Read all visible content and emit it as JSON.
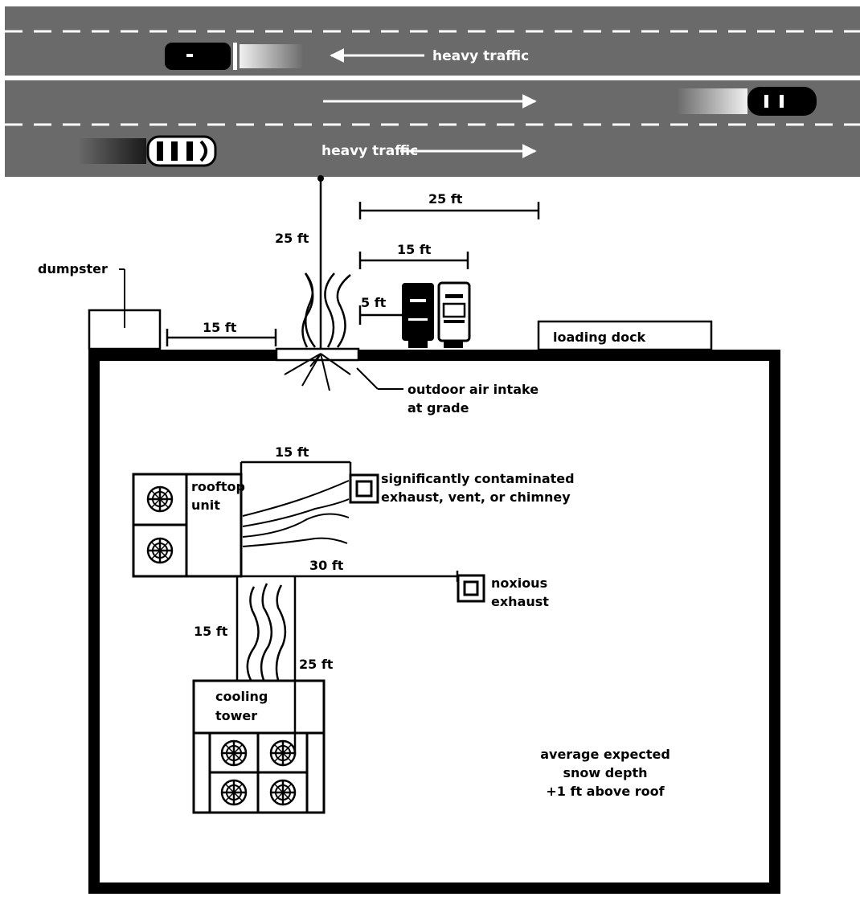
{
  "road": {
    "lane1_label": "heavy traffic",
    "lane3_label": "heavy traffic"
  },
  "labels": {
    "dumpster": "dumpster",
    "loading_dock": "loading dock",
    "air_intake_line1": "outdoor air intake",
    "air_intake_line2": "at grade",
    "rooftop_line1": "rooftop",
    "rooftop_line2": "unit",
    "contaminated_line1": "significantly contaminated",
    "contaminated_line2": "exhaust, vent, or chimney",
    "noxious_line1": "noxious",
    "noxious_line2": "exhaust",
    "cooling_line1": "cooling",
    "cooling_line2": "tower",
    "snow_line1": "average expected",
    "snow_line2": "snow depth",
    "snow_line3": "+1 ft above roof"
  },
  "dimensions": {
    "road_to_intake": "25 ft",
    "road_clearance": "25 ft",
    "vehicle_clearance": "15 ft",
    "vehicle_gap": "5 ft",
    "dumpster_to_intake": "15 ft",
    "rooftop_to_contaminated": "15 ft",
    "rooftop_to_noxious": "30 ft",
    "rooftop_to_cooling": "15 ft",
    "rooftop_to_cooling_alt": "25 ft"
  },
  "colors": {
    "road": "#6a6a6a",
    "ink": "#000000",
    "paper": "#ffffff"
  }
}
